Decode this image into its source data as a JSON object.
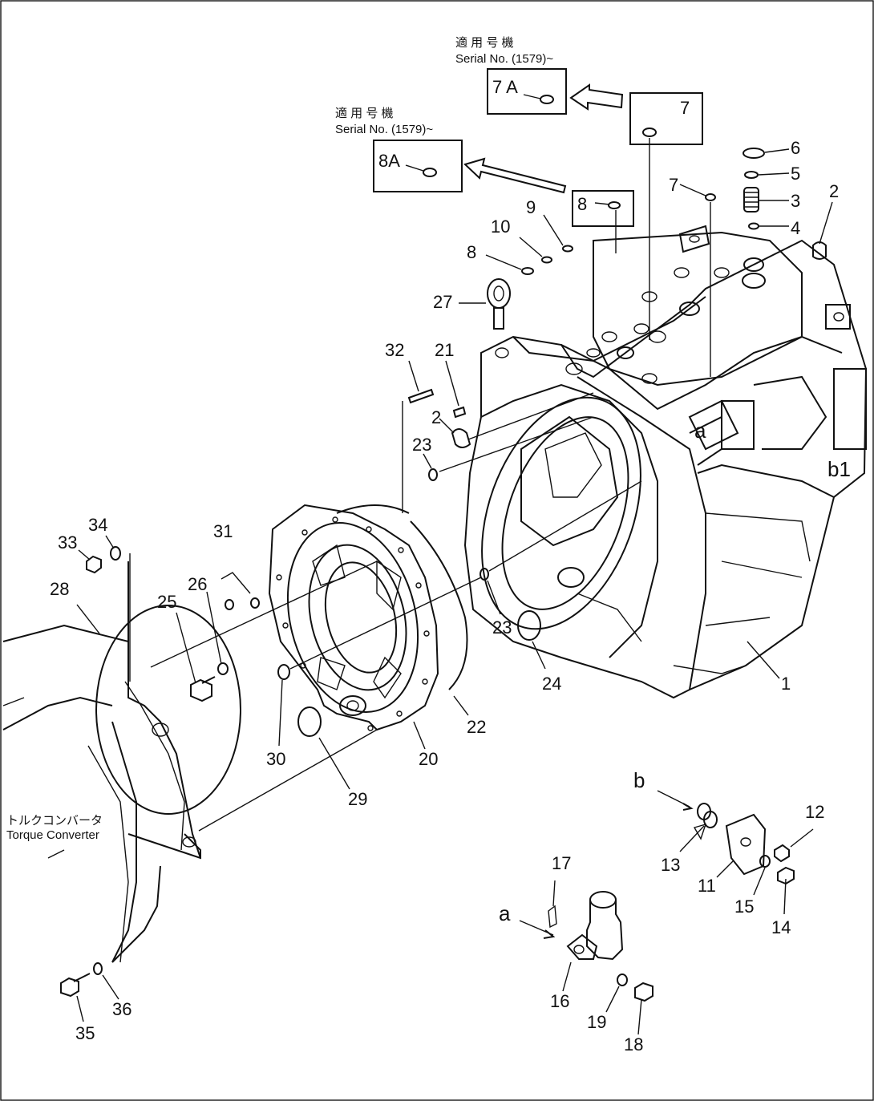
{
  "serial_notes": [
    {
      "jp": "適 用 号 機",
      "en": "Serial No. (1579)~"
    },
    {
      "jp": "適 用 号 機",
      "en": "Serial No. (1579)~"
    }
  ],
  "torque_converter": {
    "jp": "トルクコンバータ",
    "en": "Torque Converter"
  },
  "view_letters": {
    "a": "a",
    "b": "b"
  },
  "part_labels": [
    {
      "id": "1",
      "text": "1"
    },
    {
      "id": "2a",
      "text": "2"
    },
    {
      "id": "2b",
      "text": "2"
    },
    {
      "id": "3",
      "text": "3"
    },
    {
      "id": "4",
      "text": "4"
    },
    {
      "id": "5",
      "text": "5"
    },
    {
      "id": "6",
      "text": "6"
    },
    {
      "id": "7a",
      "text": "7"
    },
    {
      "id": "7b",
      "text": "7"
    },
    {
      "id": "7A",
      "text": "7 A"
    },
    {
      "id": "8a",
      "text": "8"
    },
    {
      "id": "8b",
      "text": "8"
    },
    {
      "id": "8A",
      "text": "8A"
    },
    {
      "id": "9",
      "text": "9"
    },
    {
      "id": "10",
      "text": "10"
    },
    {
      "id": "11",
      "text": "11"
    },
    {
      "id": "12",
      "text": "12"
    },
    {
      "id": "13",
      "text": "13"
    },
    {
      "id": "14",
      "text": "14"
    },
    {
      "id": "15",
      "text": "15"
    },
    {
      "id": "16",
      "text": "16"
    },
    {
      "id": "17",
      "text": "17"
    },
    {
      "id": "18",
      "text": "18"
    },
    {
      "id": "19",
      "text": "19"
    },
    {
      "id": "20",
      "text": "20"
    },
    {
      "id": "21",
      "text": "21"
    },
    {
      "id": "22",
      "text": "22"
    },
    {
      "id": "23a",
      "text": "23"
    },
    {
      "id": "23b",
      "text": "23"
    },
    {
      "id": "24",
      "text": "24"
    },
    {
      "id": "25",
      "text": "25"
    },
    {
      "id": "26",
      "text": "26"
    },
    {
      "id": "27",
      "text": "27"
    },
    {
      "id": "28",
      "text": "28"
    },
    {
      "id": "29",
      "text": "29"
    },
    {
      "id": "30",
      "text": "30"
    },
    {
      "id": "31",
      "text": "31"
    },
    {
      "id": "32",
      "text": "32"
    },
    {
      "id": "33",
      "text": "33"
    },
    {
      "id": "34",
      "text": "34"
    },
    {
      "id": "35",
      "text": "35"
    },
    {
      "id": "36",
      "text": "36"
    }
  ],
  "callouts": {
    "a": "a",
    "b1": "b1"
  }
}
